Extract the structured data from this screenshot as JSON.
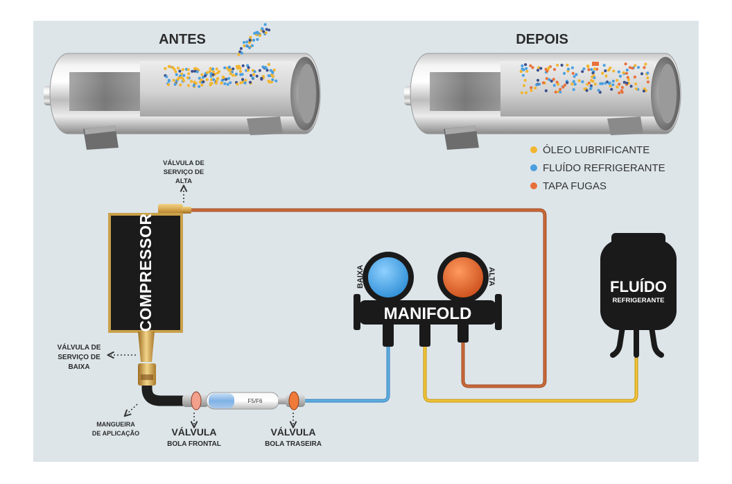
{
  "titles": {
    "before": "ANTES",
    "after": "DEPOIS"
  },
  "legend": [
    {
      "label": "ÓLEO LUBRIFICANTE",
      "color": "#f2b530"
    },
    {
      "label": "FLUÍDO REFRIGERANTE",
      "color": "#4a9fe0"
    },
    {
      "label": "TAPA FUGAS",
      "color": "#e8703a"
    }
  ],
  "labels": {
    "service_high": [
      "VÁLVULA DE",
      "SERVIÇO DE",
      "ALTA"
    ],
    "service_low": [
      "VÁLVULA DE",
      "SERVIÇO DE",
      "BAIXA"
    ],
    "hose": [
      "MANGUEIRA",
      "DE APLICAÇÃO"
    ],
    "front_valve": [
      "VÁLVULA",
      "BOLA FRONTAL"
    ],
    "rear_valve": [
      "VÁLVULA",
      "BOLA TRASEIRA"
    ],
    "filter": "F5/F6",
    "compressor": "COMPRESSOR",
    "manifold": "MANIFOLD",
    "gauge_low": "BAIXA",
    "gauge_high": "ALTA",
    "fluid_tank": [
      "FLUÍDO",
      "REFRIGERANTE"
    ]
  },
  "colors": {
    "gauge_low": "#47a9ec",
    "gauge_high": "#e2652f",
    "pipe_high": "#c9693a",
    "pipe_low": "#5fb0e0",
    "pipe_fluid": "#f0c43a"
  }
}
